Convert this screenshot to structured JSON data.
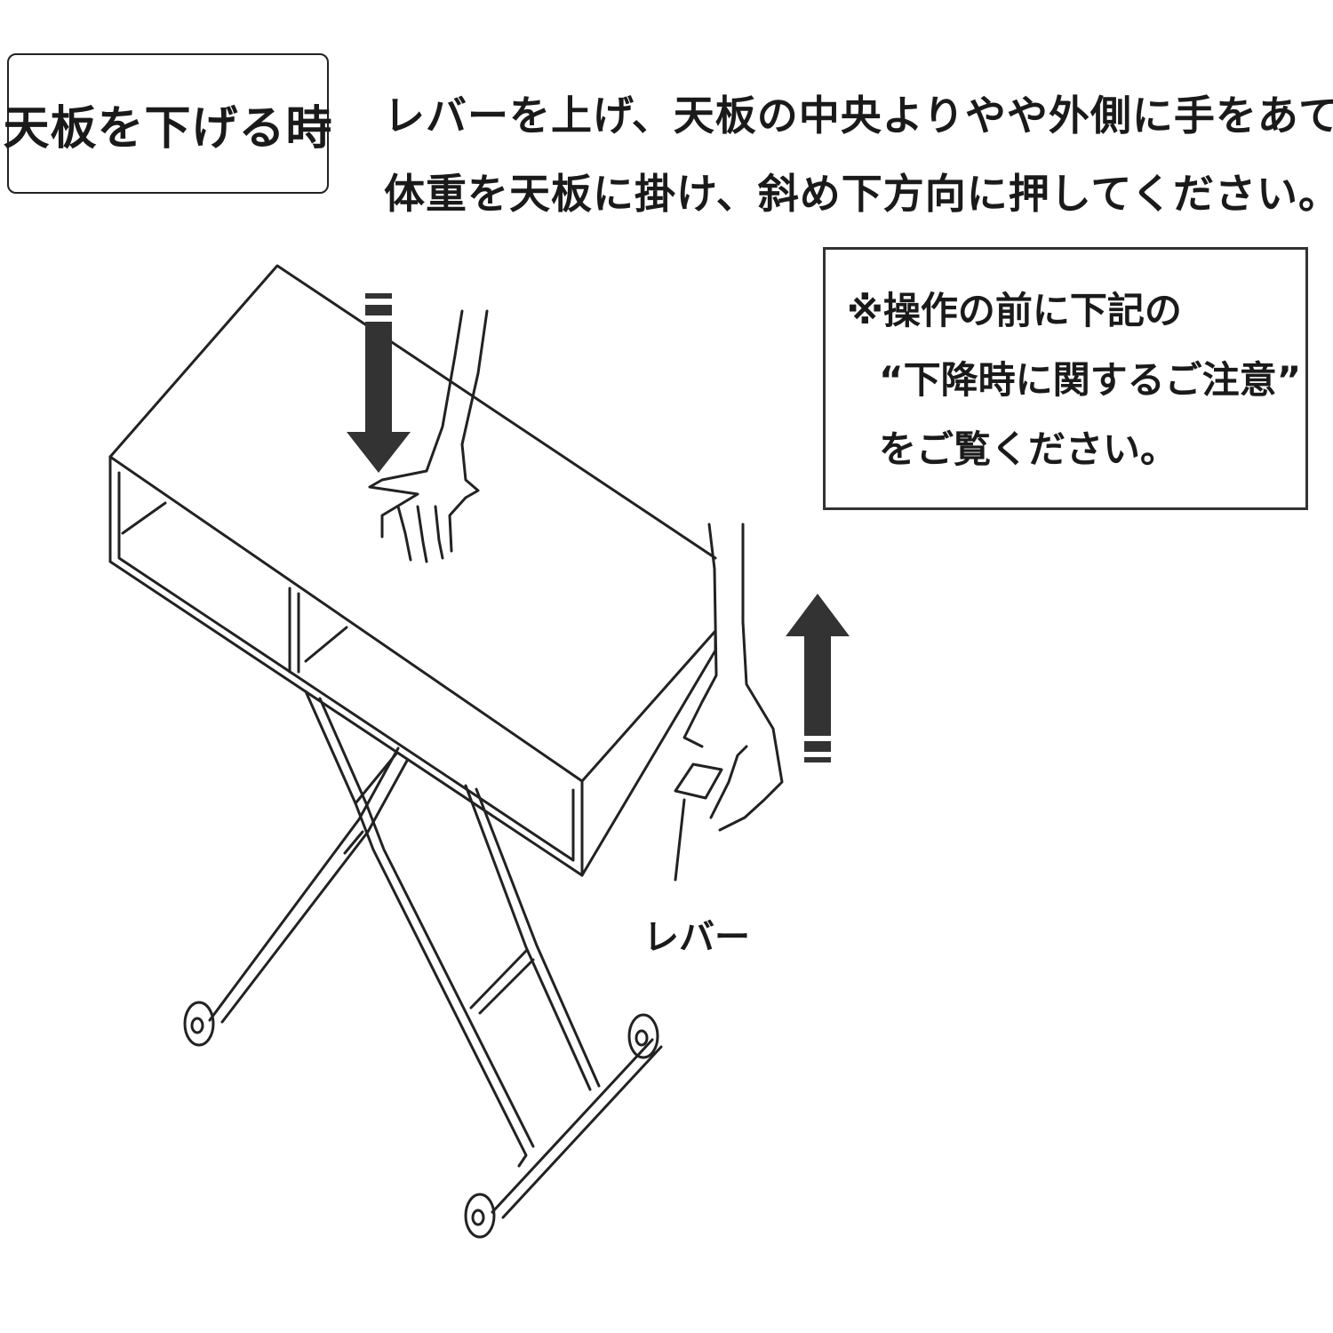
{
  "heading": "天板を下げる時",
  "instructions": [
    "レバーを上げ、天板の中央よりやや外側に手をあてて",
    "体重を天板に掛け、斜め下方向に押してください。"
  ],
  "note": {
    "line1": "※操作の前に下記の",
    "line2": "“下降時に関するご注意”",
    "line3": "をご覧ください。"
  },
  "lever_label": "レバー",
  "icons": [
    "down-arrow-icon",
    "up-arrow-icon",
    "hand-icon",
    "table-icon"
  ]
}
